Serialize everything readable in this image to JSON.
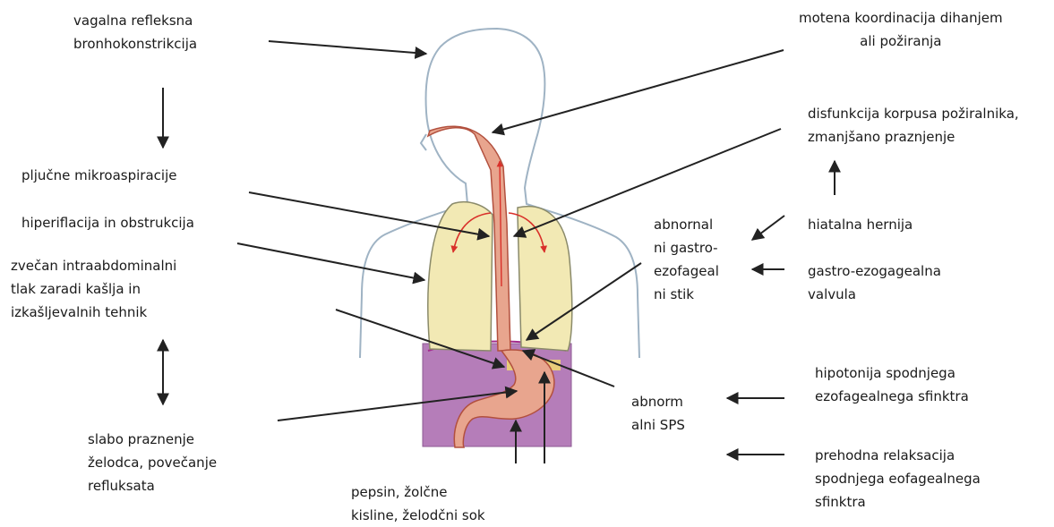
{
  "labels": {
    "vagal": [
      "vagalna refleksna",
      "bronhokonstrikcija"
    ],
    "micro": [
      "pljučne mikroaspiracije"
    ],
    "hyper": [
      "hiperiflacija in obstrukcija"
    ],
    "pressure": [
      "zvečan intraabdominalni",
      "tlak zaradi kašlja in",
      "izkašljevalnih tehnik"
    ],
    "gastric": [
      "slabo praznenje",
      "želodca, povečanje",
      "refluksata"
    ],
    "pepsin": [
      "pepsin, žolčne",
      "kisline, želodčni sok"
    ],
    "motor": [
      "motena koordinacija dihanjem",
      "ali požiranja"
    ],
    "corpus": [
      "disfunkcija korpusa požiralnika,",
      "zmanjšano praznjenje"
    ],
    "junction": [
      "abnornal",
      "ni gastro-",
      "ezofageal",
      "ni stik"
    ],
    "hiatal": [
      "hiatalna hernija"
    ],
    "valve": [
      "gastro-ezogagealna",
      "valvula"
    ],
    "sps": [
      "abnorm",
      "alni SPS"
    ],
    "hypotonia": [
      "hipotonija spodnjega",
      "ezofagealnega sfinktra"
    ],
    "relax": [
      "prehodna relaksacija",
      "spodnjega eofagealnega",
      "sfinktra"
    ]
  },
  "colors": {
    "outline": "#9fb3c4",
    "lung_fill": "#f2e9b4",
    "lung_stroke": "#8a8a6a",
    "stomach_fill": "#b57db9",
    "esophagus_fill": "#e8a58e",
    "esophagus_stroke": "#b2503e",
    "reflux_arrow": "#d9302a",
    "arrow": "#222222"
  }
}
